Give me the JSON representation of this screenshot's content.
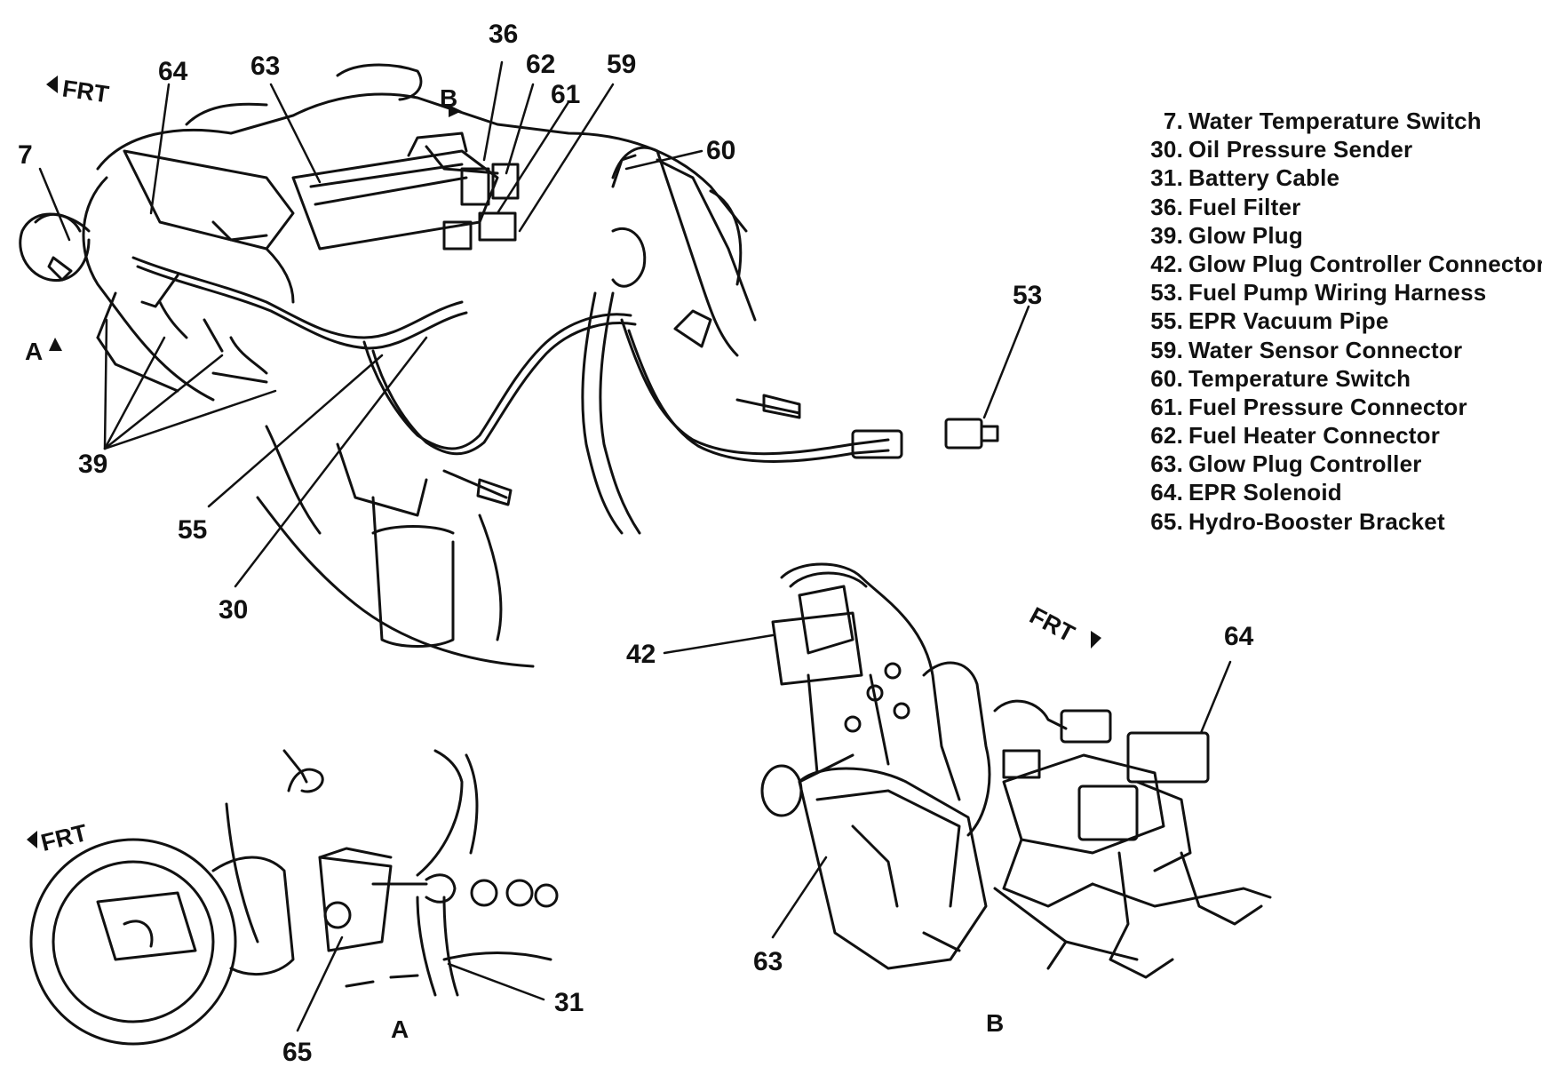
{
  "callouts": {
    "c7": "7",
    "c64_main": "64",
    "c63_main": "63",
    "c36": "36",
    "c62": "62",
    "c59": "59",
    "c61": "61",
    "c60": "60",
    "c53": "53",
    "c39": "39",
    "c55": "55",
    "c30": "30",
    "c42": "42",
    "c64_b": "64",
    "c63_b": "63",
    "c31": "31",
    "c65": "65"
  },
  "direction": {
    "frt_main": "FRT",
    "frt_a": "FRT",
    "frt_b": "FRT",
    "arrow_a": "A",
    "arrow_b": "B"
  },
  "views": {
    "view_a": "A",
    "view_b": "B"
  },
  "legend": [
    {
      "num": "7.",
      "text": "Water Temperature Switch"
    },
    {
      "num": "30.",
      "text": "Oil Pressure Sender"
    },
    {
      "num": "31.",
      "text": "Battery Cable"
    },
    {
      "num": "36.",
      "text": "Fuel Filter"
    },
    {
      "num": "39.",
      "text": "Glow Plug"
    },
    {
      "num": "42.",
      "text": "Glow Plug Controller Connector"
    },
    {
      "num": "53.",
      "text": "Fuel Pump Wiring Harness"
    },
    {
      "num": "55.",
      "text": "EPR Vacuum Pipe"
    },
    {
      "num": "59.",
      "text": "Water Sensor Connector"
    },
    {
      "num": "60.",
      "text": "Temperature Switch"
    },
    {
      "num": "61.",
      "text": "Fuel Pressure Connector"
    },
    {
      "num": "62.",
      "text": "Fuel Heater Connector"
    },
    {
      "num": "63.",
      "text": "Glow Plug Controller"
    },
    {
      "num": "64.",
      "text": "EPR Solenoid"
    },
    {
      "num": "65.",
      "text": "Hydro-Booster Bracket"
    }
  ]
}
